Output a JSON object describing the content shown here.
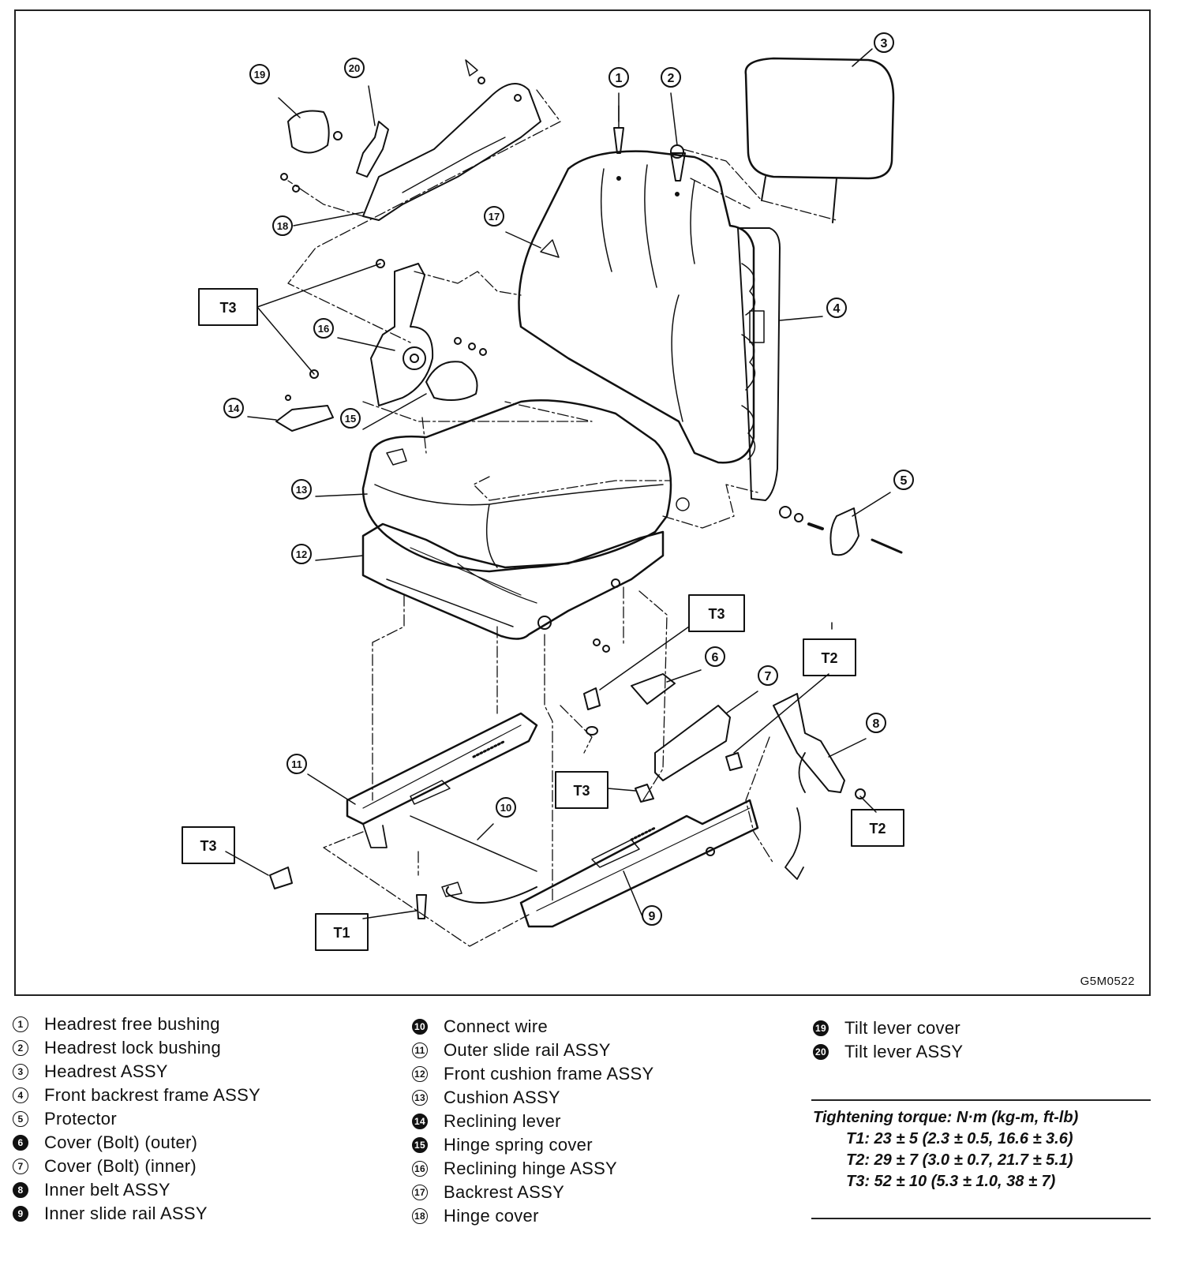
{
  "figure_code": "G5M0522",
  "callouts": {
    "c1": "1",
    "c2": "2",
    "c3": "3",
    "c4": "4",
    "c5": "5",
    "c6": "6",
    "c7": "7",
    "c8": "8",
    "c9": "9",
    "c10": "10",
    "c11": "11",
    "c12": "12",
    "c13": "13",
    "c14": "14",
    "c15": "15",
    "c16": "16",
    "c17": "17",
    "c18": "18",
    "c19": "19",
    "c20": "20"
  },
  "torque_tags": {
    "t3_upper": "T3",
    "t3_mid": "T3",
    "t3_rail": "T3",
    "t3_left": "T3",
    "t2_upper": "T2",
    "t2_lower": "T2",
    "t1": "T1"
  },
  "legend": {
    "col1": [
      {
        "num": "1",
        "label": "Headrest free bushing"
      },
      {
        "num": "2",
        "label": "Headrest lock bushing"
      },
      {
        "num": "3",
        "label": "Headrest ASSY"
      },
      {
        "num": "4",
        "label": "Front backrest frame ASSY"
      },
      {
        "num": "5",
        "label": "Protector"
      },
      {
        "num": "6",
        "label": "Cover (Bolt) (outer)"
      },
      {
        "num": "7",
        "label": "Cover (Bolt) (inner)"
      },
      {
        "num": "8",
        "label": "Inner belt ASSY"
      },
      {
        "num": "9",
        "label": "Inner slide rail ASSY"
      }
    ],
    "col2": [
      {
        "num": "10",
        "label": "Connect wire"
      },
      {
        "num": "11",
        "label": "Outer slide rail ASSY"
      },
      {
        "num": "12",
        "label": "Front cushion frame ASSY"
      },
      {
        "num": "13",
        "label": "Cushion ASSY"
      },
      {
        "num": "14",
        "label": "Reclining lever"
      },
      {
        "num": "15",
        "label": "Hinge spring cover"
      },
      {
        "num": "16",
        "label": "Reclining hinge ASSY"
      },
      {
        "num": "17",
        "label": "Backrest ASSY"
      },
      {
        "num": "18",
        "label": "Hinge cover"
      }
    ],
    "col3": [
      {
        "num": "19",
        "label": "Tilt lever cover"
      },
      {
        "num": "20",
        "label": "Tilt lever ASSY"
      }
    ]
  },
  "torque": {
    "title": "Tightening torque: N·m (kg-m, ft-lb)",
    "t1": "T1: 23 ± 5 (2.3 ± 0.5, 16.6 ± 3.6)",
    "t2": "T2: 29 ± 7 (3.0 ± 0.7, 21.7 ± 5.1)",
    "t3": "T3: 52 ± 10 (5.3 ± 1.0, 38 ± 7)"
  }
}
